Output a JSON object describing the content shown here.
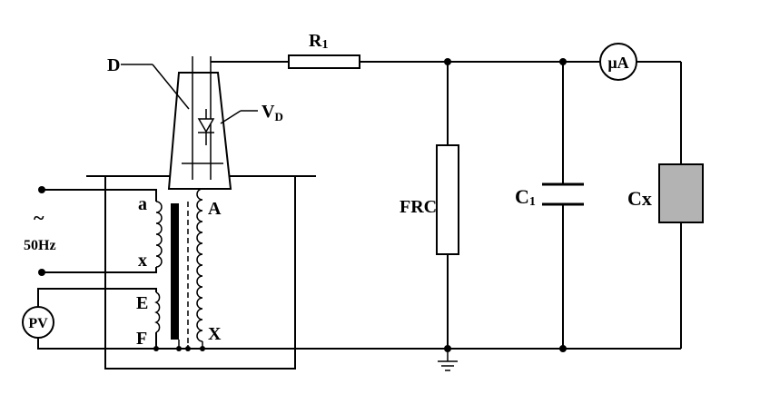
{
  "labels": {
    "diode_assembly": "D",
    "diode": "V",
    "diode_sub": "D",
    "resistor": "R",
    "resistor_sub": "1",
    "frc": "FRC",
    "capacitor": "C",
    "capacitor_sub": "1",
    "test_object": "Cx",
    "microammeter": "µA",
    "voltmeter": "PV",
    "supply_symbol": "~",
    "frequency": "50Hz",
    "winding_a": "a",
    "winding_x": "x",
    "winding_A": "A",
    "winding_X": "X",
    "winding_E": "E",
    "winding_F": "F"
  },
  "colors": {
    "test_object_fill": "#b3b3b3",
    "line": "#000000"
  }
}
